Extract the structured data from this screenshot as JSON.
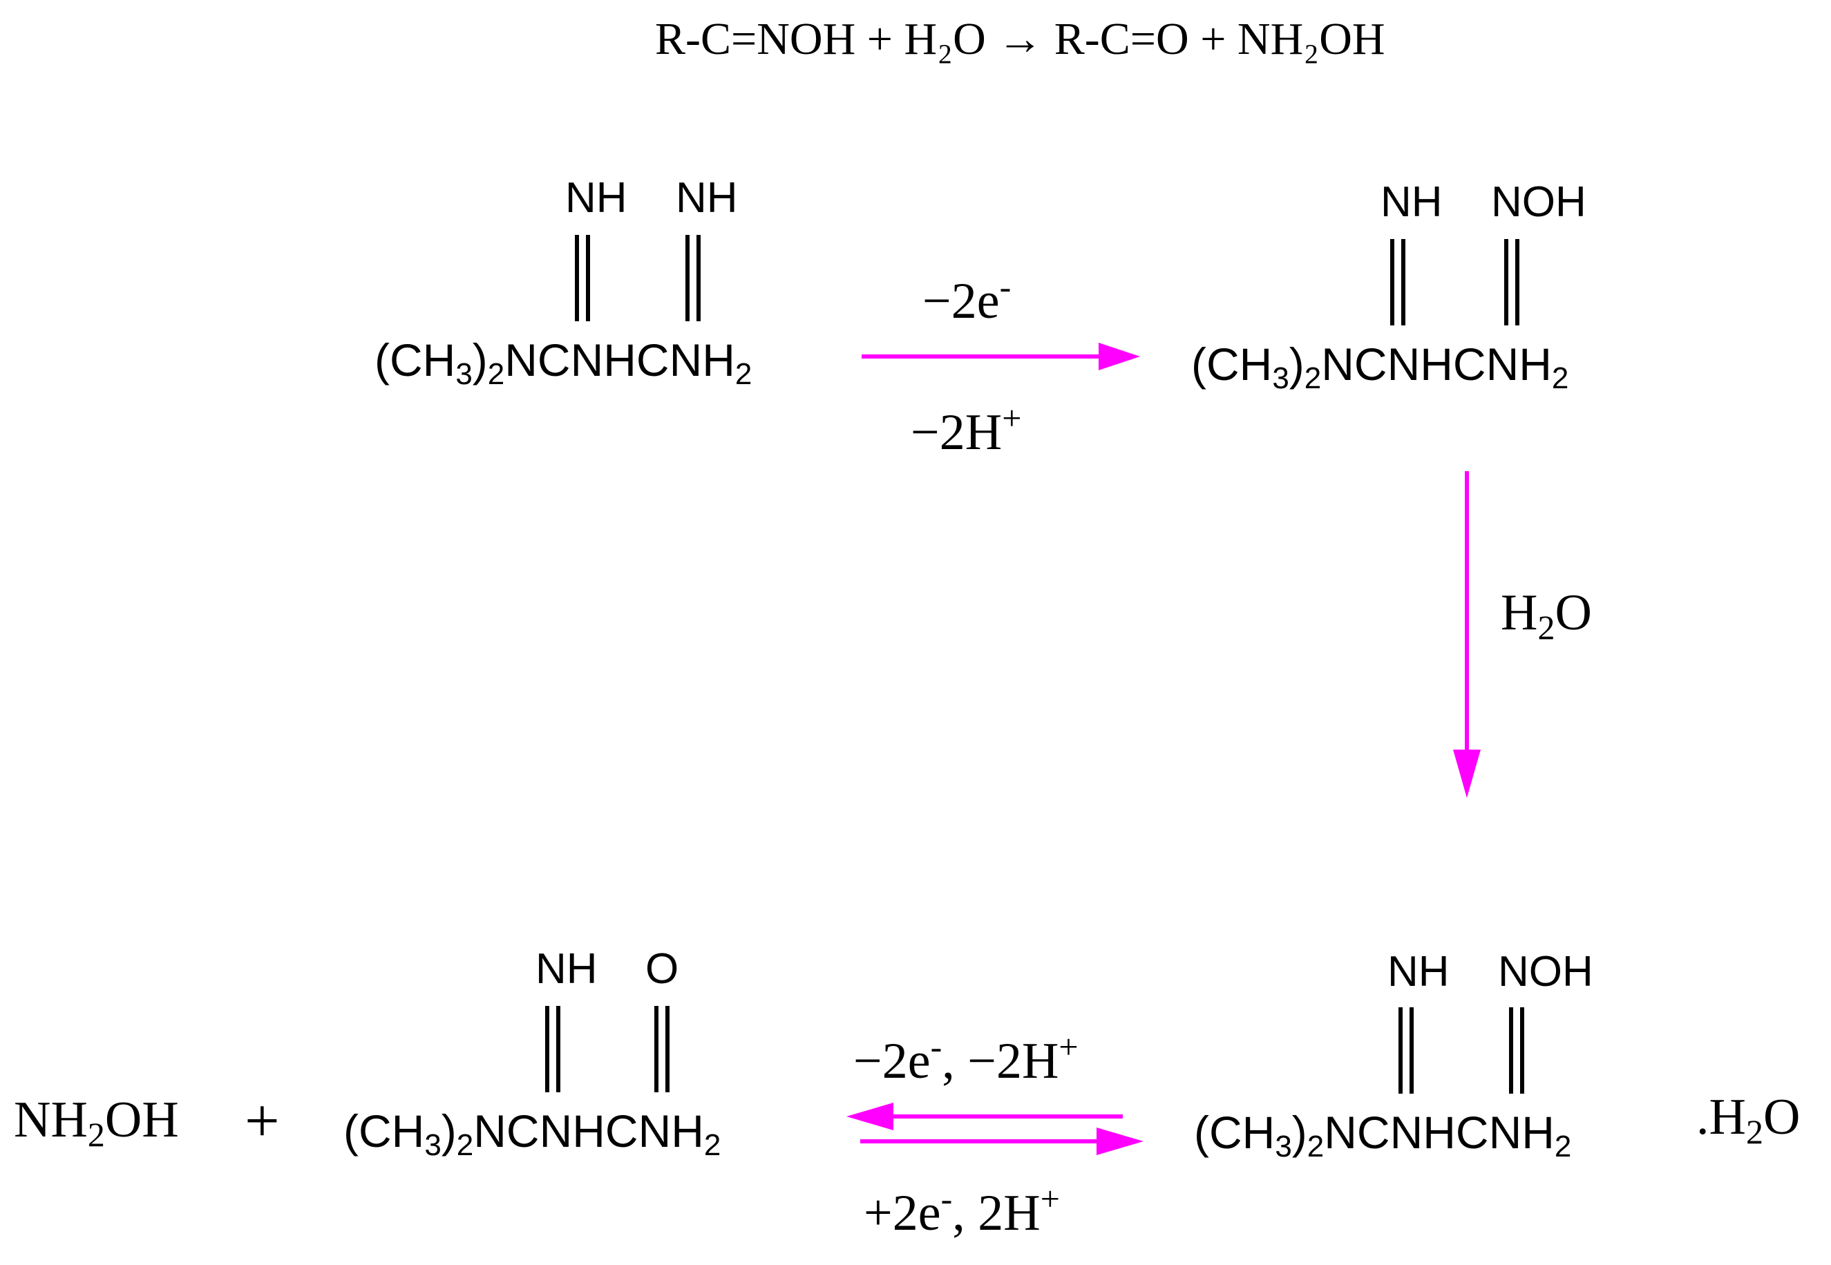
{
  "top_equation": "R-C=NOH + H₂O → R-C=O + NH₂OH",
  "colors": {
    "arrow": "#ff00ff",
    "text": "#000000"
  },
  "molecules": {
    "start": {
      "group1": "NH",
      "group2": "NH",
      "base_a": "(CH",
      "sub_a": "3",
      "base_b": ")",
      "sub_b": "2",
      "base_c": "NCNHCNH",
      "sub_c": "2"
    },
    "oxime": {
      "group1": "NH",
      "group2": "NOH",
      "base_a": "(CH",
      "sub_a": "3",
      "base_b": ")",
      "sub_b": "2",
      "base_c": "NCNHCNH",
      "sub_c": "2"
    },
    "hydrate": {
      "group1": "NH",
      "group2": "NOH",
      "base_a": "(CH",
      "sub_a": "3",
      "base_b": ")",
      "sub_b": "2",
      "base_c": "NCNHCNH",
      "sub_c": "2",
      "suffix_a": ".H",
      "suffix_sub": "2",
      "suffix_b": "O"
    },
    "product": {
      "group1": "NH",
      "group2": "O",
      "base_a": "(CH",
      "sub_a": "3",
      "base_b": ")",
      "sub_b": "2",
      "base_c": "NCNHCNH",
      "sub_c": "2"
    }
  },
  "conditions": {
    "step1_top_a": "−2e",
    "step1_top_sup": "-",
    "step1_bottom_a": "−2H",
    "step1_bottom_sup": "+",
    "step2_a": "H",
    "step2_sub": "2",
    "step2_b": "O",
    "step3_top_a": "−2e",
    "step3_top_sup1": "-",
    "step3_top_b": ", −2H",
    "step3_top_sup2": "+",
    "step3_bottom_a": "+2e",
    "step3_bottom_sup1": "-",
    "step3_bottom_b": ", 2H",
    "step3_bottom_sup2": "+"
  },
  "byproduct": {
    "a": "NH",
    "sub": "2",
    "b": "OH",
    "plus": "+"
  }
}
